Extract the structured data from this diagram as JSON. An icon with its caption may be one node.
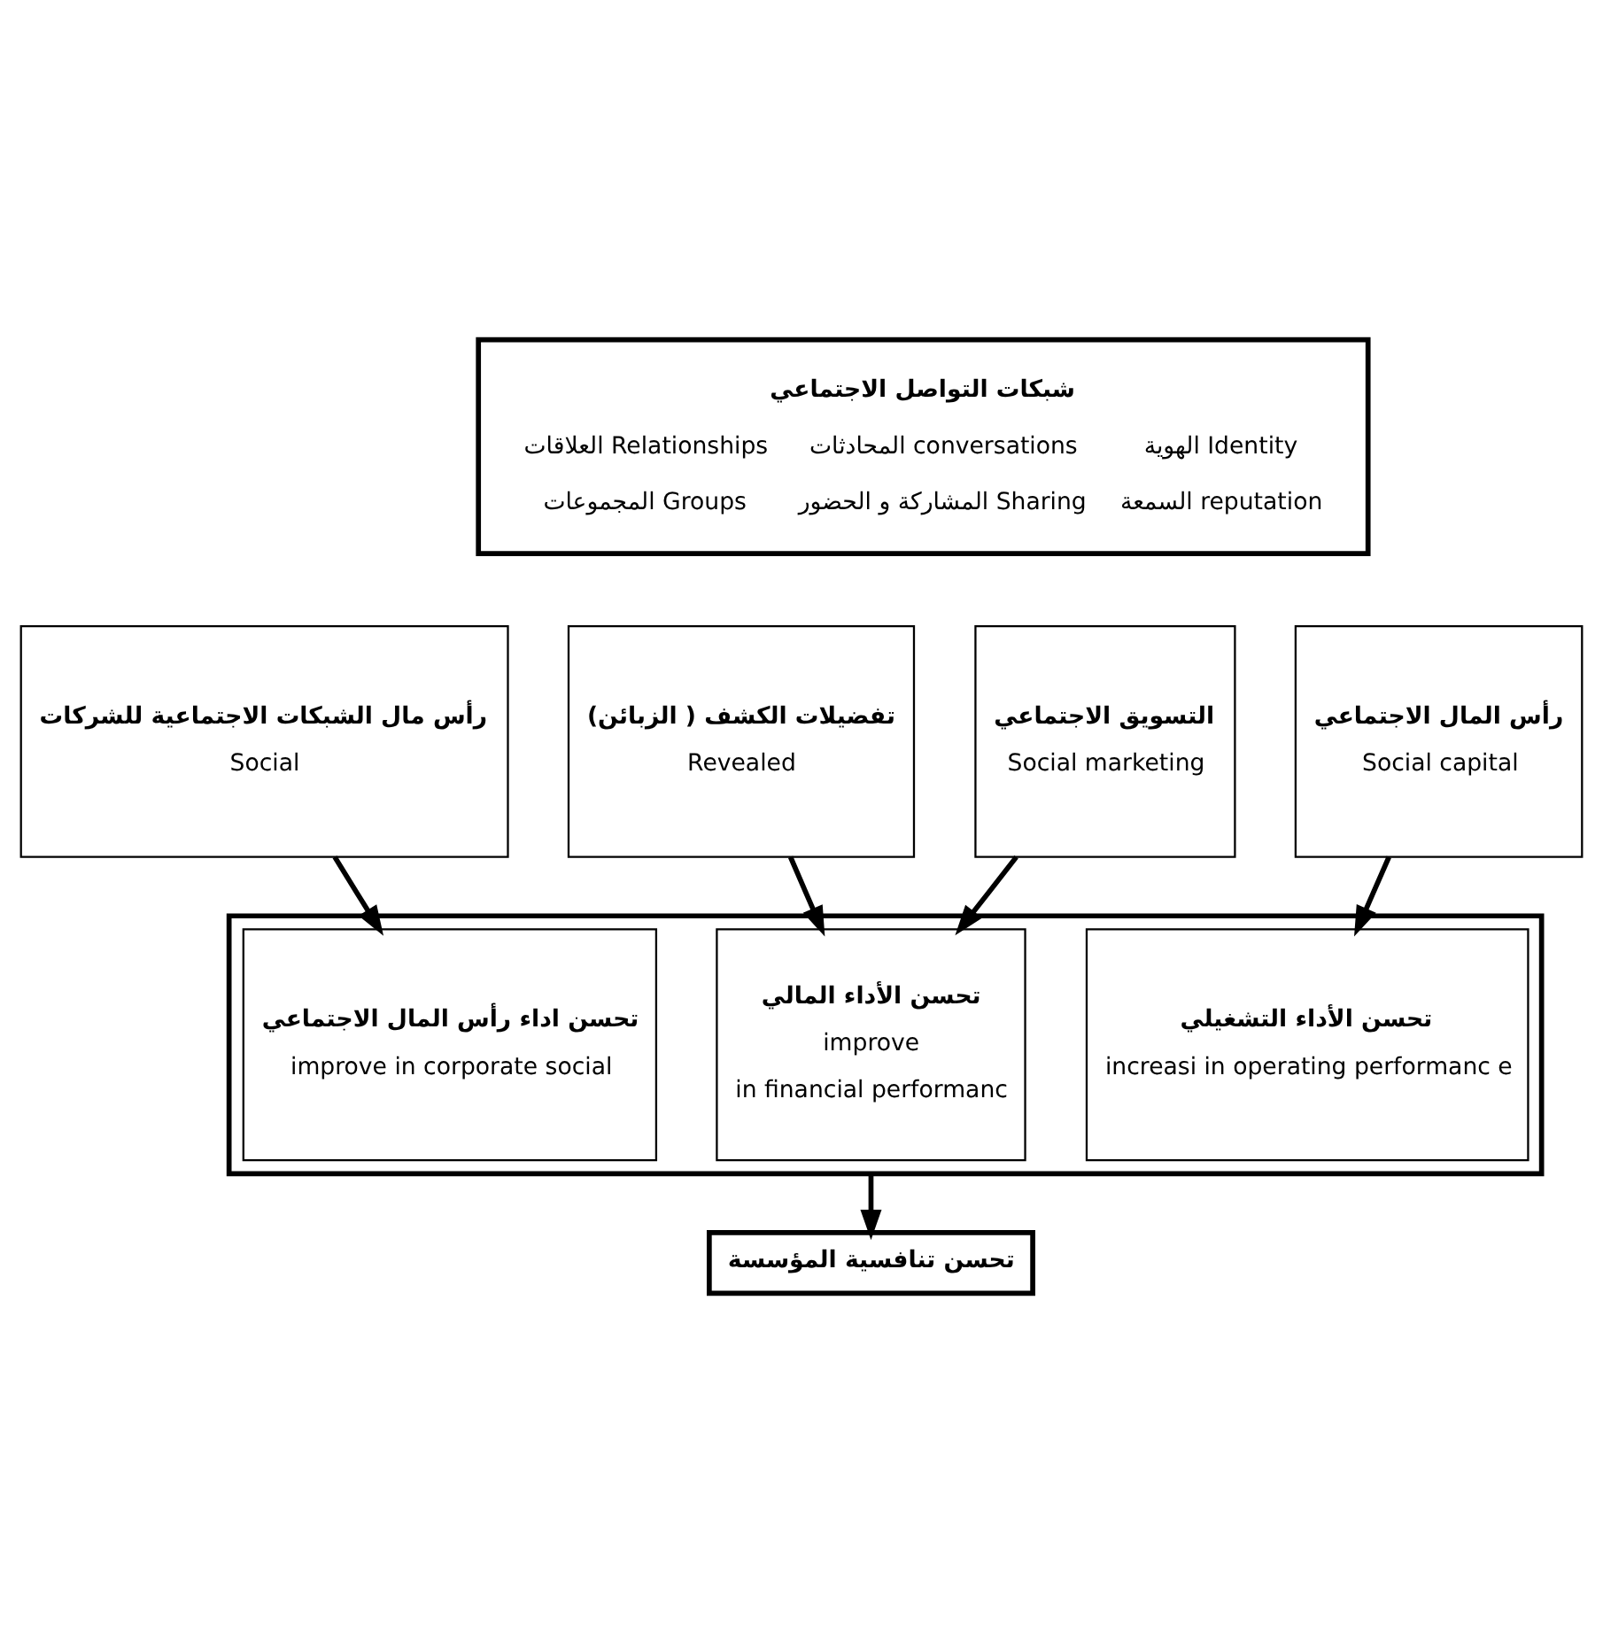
{
  "diagram": {
    "nodes": [
      {
        "text": [
          "شبكات التواصل الاجتماعي",
          "الهوية Identity",
          "المحادثات conversations",
          "العلاقات Relationships",
          "السمعة reputation",
          "المشاركة و الحضور Sharing",
          "المجموعات Groups"
        ]
      },
      {
        "text": [
          "رأس المال الاجتماعي",
          "Social capital"
        ]
      },
      {
        "text": [
          "التسويق الاجتماعي",
          "Social marketing"
        ]
      },
      {
        "text": [
          "تفضيلات الكشف ( الزبائن)",
          "Revealed"
        ]
      },
      {
        "text": [
          "رأس مال الشبكات الاجتماعية للشركات",
          "Social"
        ]
      },
      {
        "text": [],
        "shape": "box"
      },
      {
        "text": [
          "تحسن الأداء التشغيلي",
          "increasi in operating performanc e"
        ],
        "in": 5
      },
      {
        "text": [
          "تحسن الأداء المالي",
          "improve",
          "in financial performanc"
        ],
        "in": 5
      },
      {
        "text": [
          "تحسن اداء رأس المال الاجتماعي",
          "improve in corporate social"
        ],
        "in": 5
      },
      {
        "text": [
          "تحسن تنافسية المؤسسة"
        ]
      }
    ],
    "edges": [
      {
        "from": 4,
        "to": 8,
        "arrow": "to"
      },
      {
        "from": 3,
        "to": 7,
        "arrow": "to"
      },
      {
        "from": 2,
        "to": 7,
        "arrow": "to"
      },
      {
        "from": 1,
        "to": 6,
        "arrow": "to"
      },
      {
        "from": 5,
        "to": 9,
        "arrow": "to"
      }
    ]
  }
}
